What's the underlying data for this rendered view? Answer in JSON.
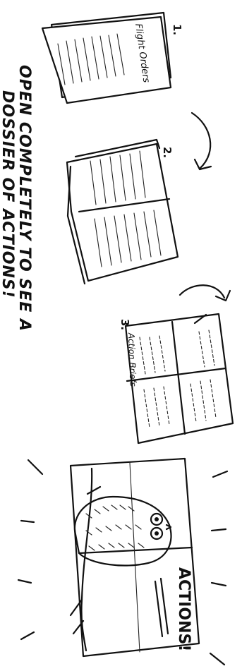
{
  "caption": {
    "line1": "OPEN COMPLETELY TO SEE A",
    "line2": "DOSSIER OF ACTIONS!"
  },
  "steps": [
    {
      "number": "1.",
      "document_label": "Flight Orders"
    },
    {
      "number": "2.",
      "document_label": ""
    },
    {
      "number": "3.",
      "document_label": "Action Briefs"
    }
  ],
  "final_document": {
    "label": "ACTIONS!"
  },
  "icons": [
    "curved-arrow",
    "owl-illustration",
    "tree-branch",
    "motion-lines"
  ],
  "colors": {
    "ink": "#111111",
    "paper": "#ffffff"
  }
}
